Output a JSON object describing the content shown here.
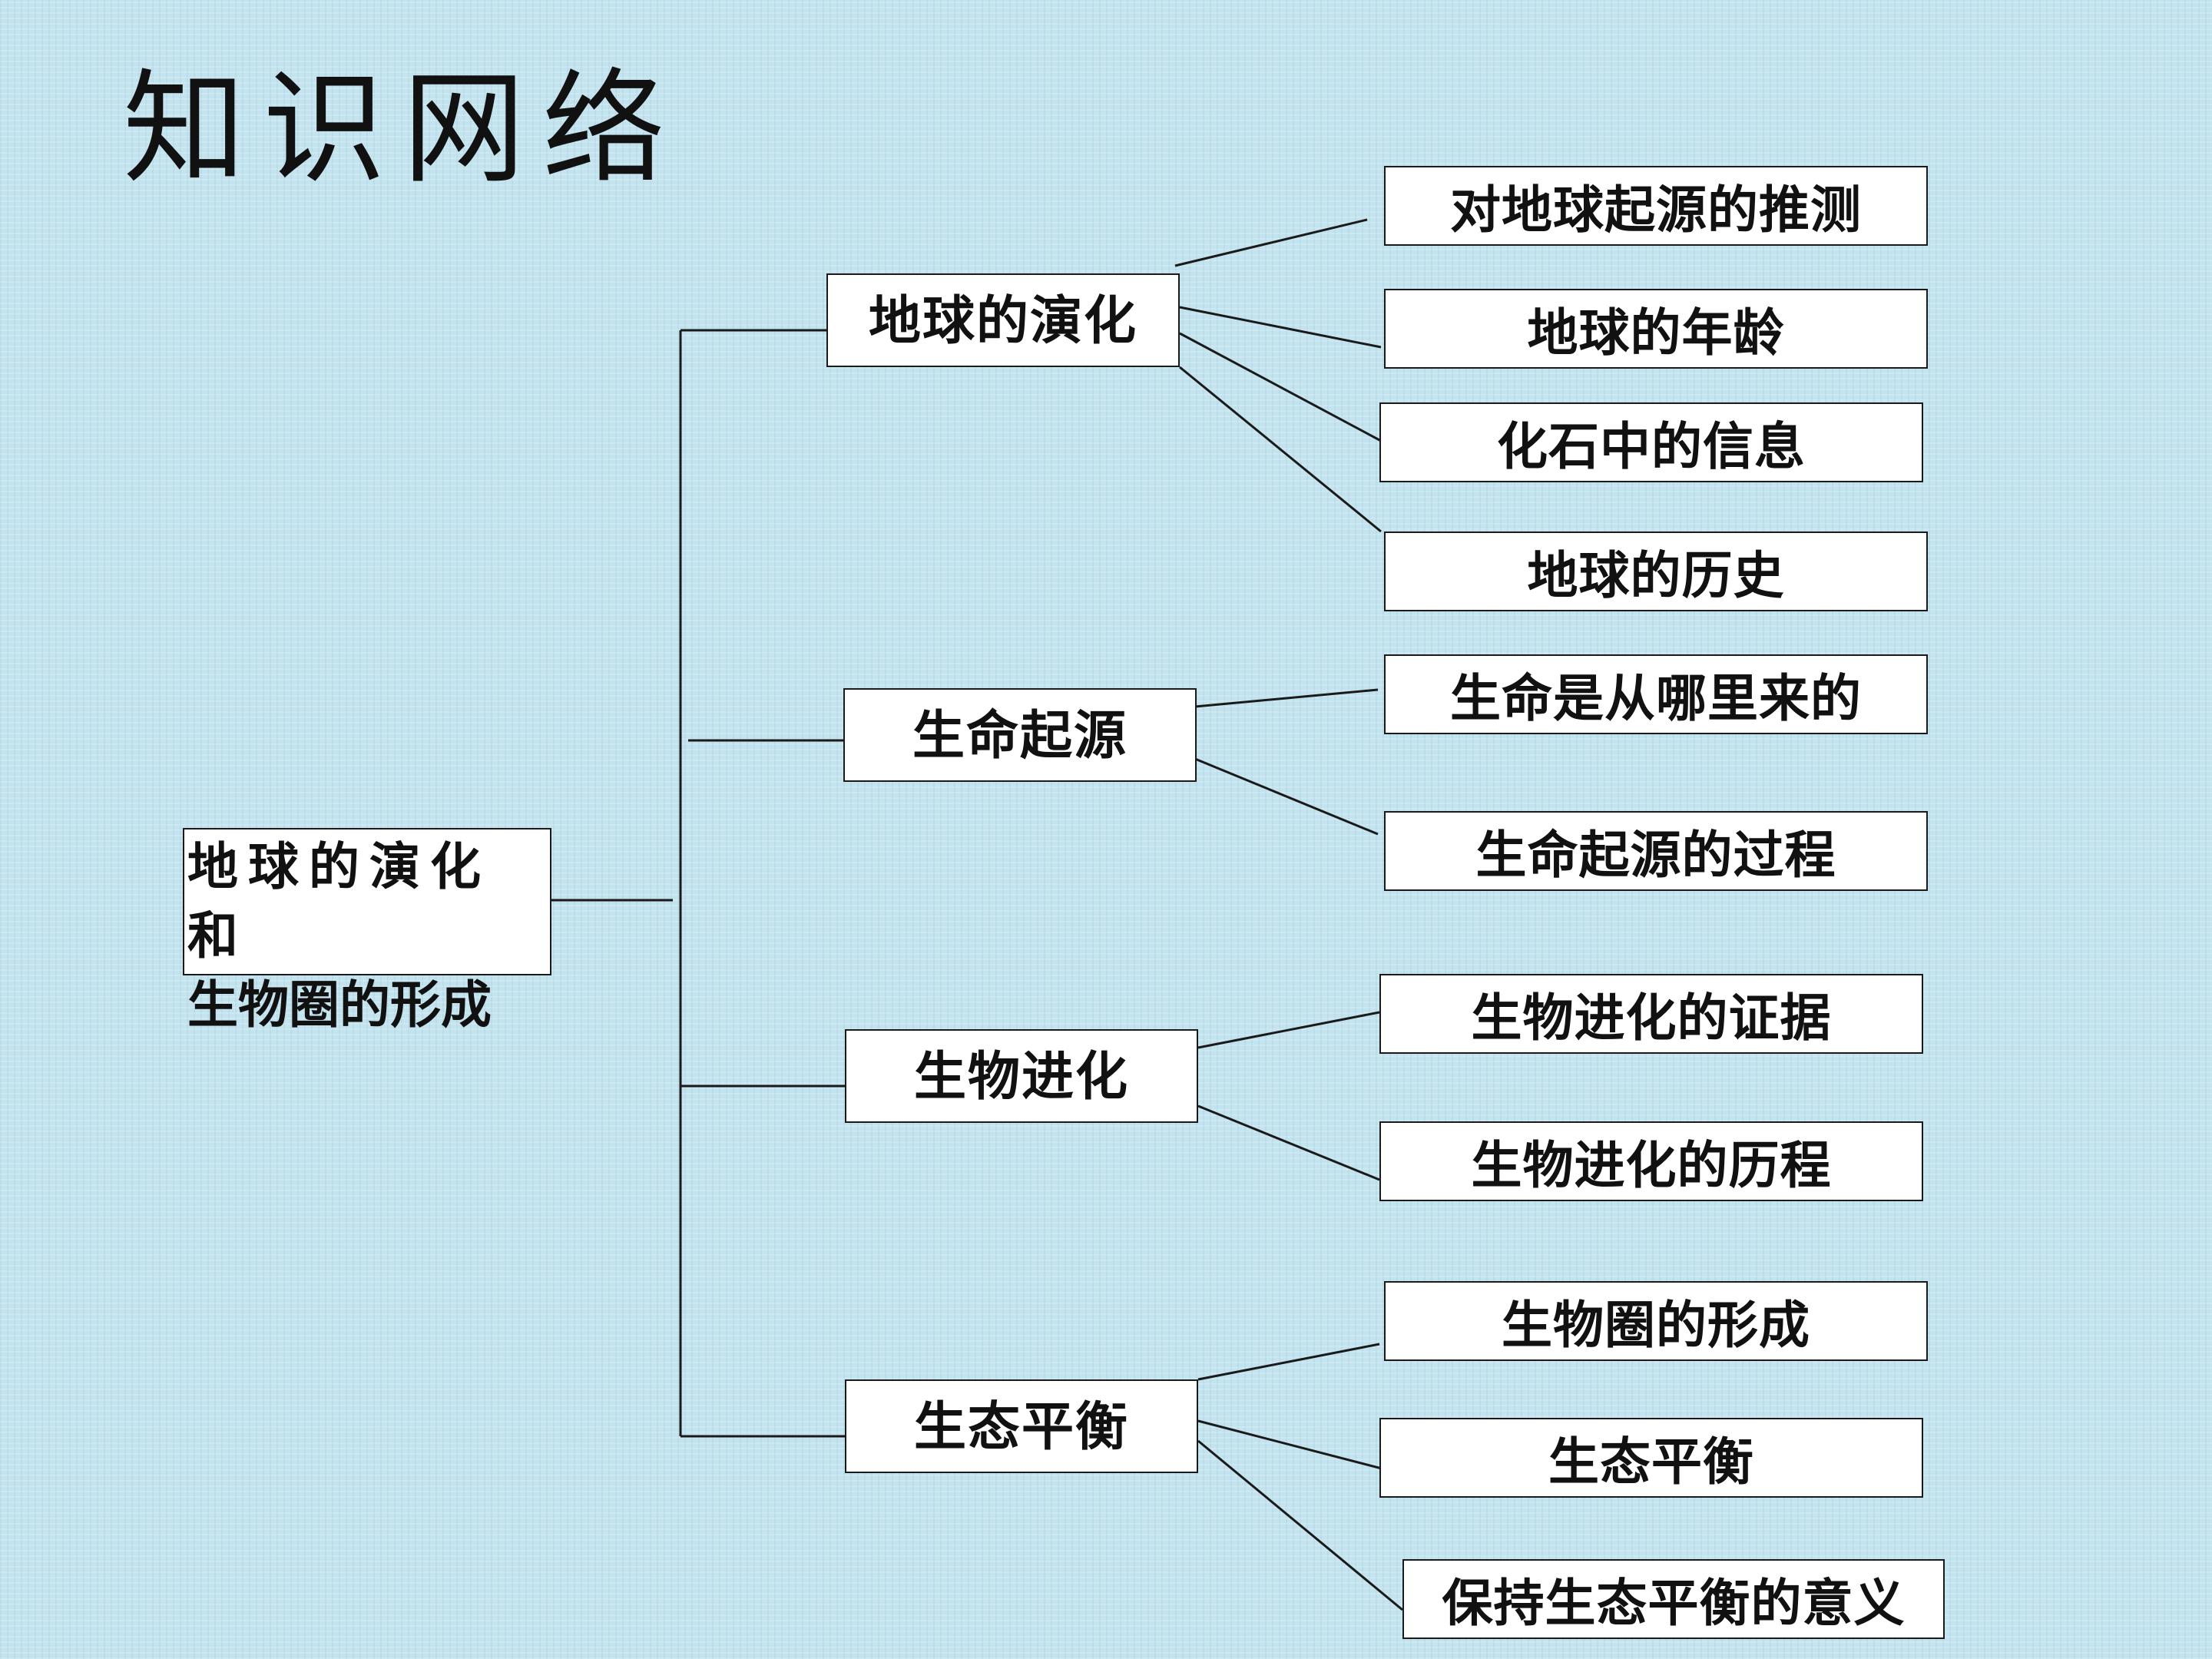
{
  "title": "知识网络",
  "root": {
    "line1": "地球的演化和",
    "line2": "生物圈的形成"
  },
  "branches": [
    {
      "label": "地球的演化",
      "children": [
        "对地球起源的推测",
        "地球的年龄",
        "化石中的信息",
        "地球的历史"
      ]
    },
    {
      "label": "生命起源",
      "children": [
        "生命是从哪里来的",
        "生命起源的过程"
      ]
    },
    {
      "label": "生物进化",
      "children": [
        "生物进化的证据",
        "生物进化的历程"
      ]
    },
    {
      "label": "生态平衡",
      "children": [
        "生物圈的形成",
        "生态平衡",
        "保持生态平衡的意义"
      ]
    }
  ]
}
